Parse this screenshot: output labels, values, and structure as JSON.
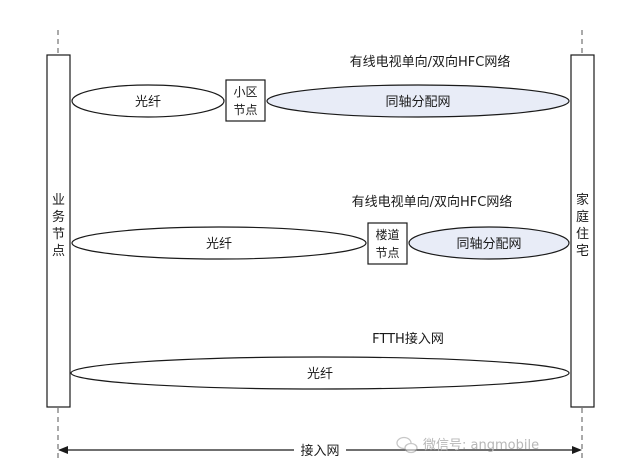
{
  "left_node": {
    "label_chars": [
      "业",
      "务",
      "节",
      "点"
    ]
  },
  "right_node": {
    "label_chars": [
      "家",
      "庭",
      "住",
      "宅"
    ]
  },
  "row1": {
    "title": "有线电视单向/双向HFC网络",
    "fiber": "光纤",
    "node_lines": [
      "小区",
      "节点"
    ],
    "coax": "同轴分配网"
  },
  "row2": {
    "title": "有线电视单向/双向HFC网络",
    "fiber": "光纤",
    "node_lines": [
      "楼道",
      "节点"
    ],
    "coax": "同轴分配网"
  },
  "row3": {
    "title": "FTTH接入网",
    "fiber": "光纤"
  },
  "bottom": {
    "label": "接入网"
  },
  "watermark": {
    "text": "微信号: angmobile"
  },
  "colors": {
    "coax_fill": "#e8ecf7",
    "stroke": "#1a1a1a",
    "watermark": "#b7b7b7"
  }
}
